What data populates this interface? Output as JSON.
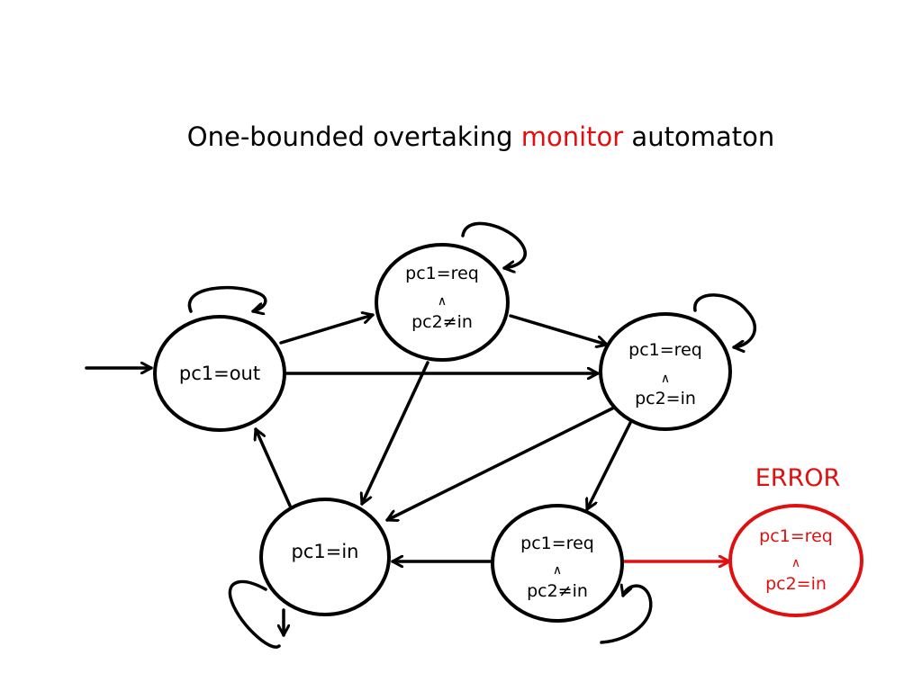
{
  "title": {
    "part1": "One-bounded overtaking ",
    "highlight": "monitor",
    "part2": " automaton"
  },
  "colors": {
    "default": "#000000",
    "error": "#e01010"
  },
  "nodes": {
    "out": {
      "line1": "pc1=out"
    },
    "req_notin_top": {
      "line1": "pc1=req",
      "conj": "∧",
      "line2": "pc2≠in"
    },
    "req_in": {
      "line1": "pc1=req",
      "conj": "∧",
      "line2": "pc2=in"
    },
    "in": {
      "line1": "pc1=in"
    },
    "req_notin_bottom": {
      "line1": "pc1=req",
      "conj": "∧",
      "line2": "pc2≠in"
    },
    "error": {
      "label": "ERROR",
      "line1": "pc1=req",
      "conj": "∧",
      "line2": "pc2=in"
    }
  }
}
